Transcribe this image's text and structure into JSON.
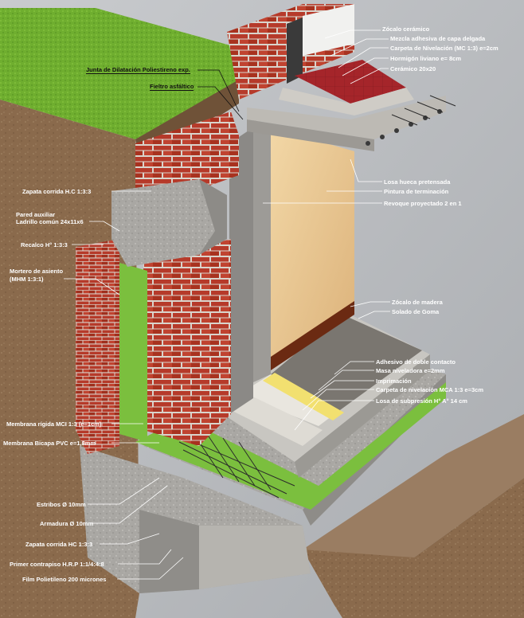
{
  "labels": {
    "zocalo_ceramico": "Zócalo cerámico",
    "mezcla_adhesiva": "Mezcla adhesiva de capa delgada",
    "carpeta_nivelacion_top": "Carpeta de Nivelación (MC 1:3) e=2cm",
    "hormigon_liviano": "Hormigón liviano e= 8cm",
    "ceramico": "Cerámico 20x20",
    "junta_dilatacion": "Junta de Dilatación Poliestireno exp.",
    "fieltro_asfaltico": "Fieltro asfáltico",
    "losa_hueca": "Losa hueca pretensada",
    "pintura_terminacion": "Pintura de terminación",
    "revoque_proyectado": "Revoque proyectado 2 en 1",
    "zapata_corrida_top": "Zapata corrida  H.C 1:3:3",
    "pared_auxiliar_1": "Pared auxiliar",
    "pared_auxiliar_2": "Ladrillo común 24x11x6",
    "recalco": "Recalco H° 1:3:3",
    "mortero_asiento_1": "Mortero de asiento",
    "mortero_asiento_2": "(MHM 1:3:1)",
    "zocalo_madera": "Zócalo de madera",
    "solado_goma": "Solado de Goma",
    "adhesivo_contacto": "Adhesivo de doble contacto",
    "masa_niveladora": "Masa niveladora e=2mm",
    "imprimacion": "Imprimación",
    "carpeta_nivelacion_mca": "Carpeta de nivelación MCA 1:3  e=3cm",
    "losa_subpresion": "Losa de subpresión  H° A° 14 cm",
    "membrana_rigida": "Membrana rígida MCI 1:3 (e=1cm)",
    "membrana_bicapa": "Membrana Bicapa PVC e=1,8mm",
    "estribos": "Estribos Ø 10mm",
    "armadura": "Armadura Ø 10mm",
    "zapata_corrida_bottom": "Zapata corrida HC 1:3:3",
    "primer_contrapiso": "Primer contrapiso H.R.P 1:1/4:4:8",
    "film_polietileno": "Film Polietileno 200 micrones"
  },
  "colors": {
    "background": "#b9bcc0",
    "grass": "#6fae2f",
    "soil": "#8a6a4c",
    "brick": "#b63a2a",
    "mortar": "#d9d4cc",
    "concrete": "#a9a7a3",
    "green_membrane": "#7bbf3e",
    "red_tile": "#a5252a",
    "wall_paint": "#e9c892",
    "yellow_strip": "#f2e070",
    "wood": "#6b2a12"
  }
}
